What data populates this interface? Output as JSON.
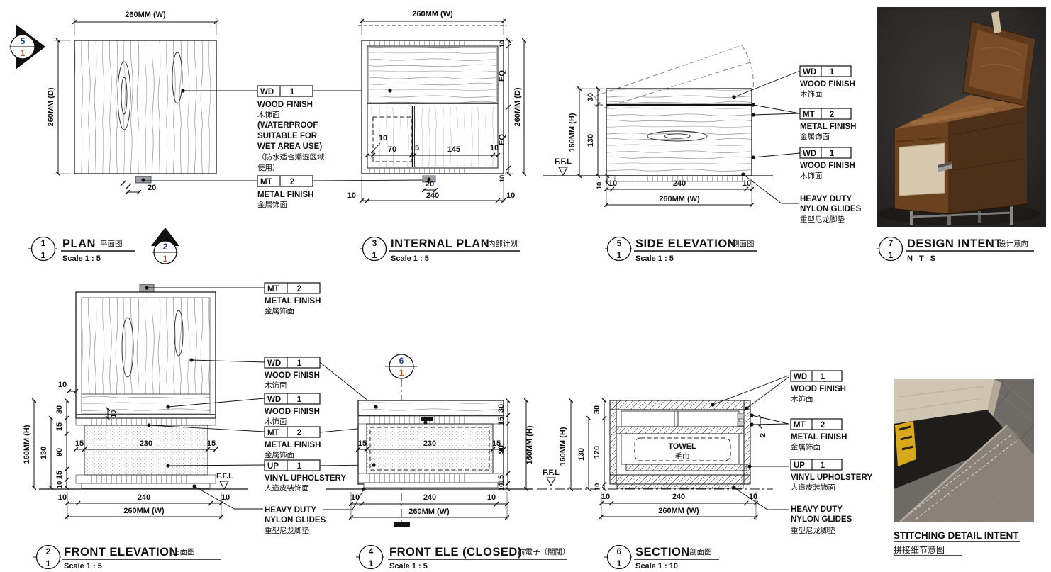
{
  "sheet": {
    "description": "Bedside towel box millwork detail sheet"
  },
  "colors": {
    "paper": "#ffffff",
    "line": "#1a1a1a",
    "grain": "#9b9b9b",
    "metal_gray": "#9aa0a6",
    "marker_blue": "#1d3f94",
    "marker_orange": "#c0561c"
  },
  "labels": {
    "w260": "260MM (W)",
    "d260": "260MM (D)",
    "h160": "160MM (H)",
    "d2": "2",
    "d5": "5",
    "d10": "10",
    "d15": "15",
    "d20": "20",
    "d30": "30",
    "d70": "70",
    "d90": "90",
    "d120": "120",
    "d130": "130",
    "d145": "145",
    "d230": "230",
    "d240": "240",
    "eq": "EQ",
    "ffl": "F.F.L",
    "towel_en": "TOWEL",
    "towel_zh": "毛巾"
  },
  "finishes": {
    "wd": {
      "code": "WD",
      "num": "1",
      "en": "WOOD FINISH",
      "zh": "木饰面"
    },
    "wd_wet": [
      "(WATERPROOF",
      "SUITABLE FOR",
      "WET AREA USE)",
      "（防水适合潮湿区域",
      "使用）"
    ],
    "mt": {
      "code": "MT",
      "num": "2",
      "en": "METAL FINISH",
      "zh": "金属饰面"
    },
    "up": {
      "code": "UP",
      "num": "1",
      "en": "VINYL UPHOLSTERY",
      "zh": "人造皮装饰面"
    },
    "glides": {
      "l1": "HEAVY DUTY",
      "l2": "NYLON GLIDES",
      "zh": "重型尼龙脚垫"
    }
  },
  "markers": {
    "m51": {
      "top": "5",
      "bot": "1"
    },
    "m21": {
      "top": "2",
      "bot": "1"
    },
    "m61": {
      "top": "6",
      "bot": "1"
    }
  },
  "titles": {
    "plan": {
      "num": "1",
      "den": "1",
      "en": "PLAN",
      "zh": "平面图",
      "scale": "Scale 1 : 5"
    },
    "internal": {
      "num": "3",
      "den": "1",
      "en": "INTERNAL PLAN",
      "zh": "内部计划",
      "scale": "Scale 1 : 5"
    },
    "side": {
      "num": "5",
      "den": "1",
      "en": "SIDE ELEVATION",
      "zh": "侧面图",
      "scale": "Scale 1 : 5"
    },
    "design": {
      "num": "7",
      "den": "1",
      "en": "DESIGN INTENT",
      "zh": "设计意向",
      "scale": "N T S"
    },
    "front": {
      "num": "2",
      "den": "1",
      "en": "FRONT ELEVATION",
      "zh": "正面图",
      "scale": "Scale 1 : 5"
    },
    "closed": {
      "num": "4",
      "den": "1",
      "en": "FRONT ELE (CLOSED)",
      "zh": "前電子（關閉）",
      "scale": "Scale 1 : 5"
    },
    "section": {
      "num": "6",
      "den": "1",
      "en": "SECTION",
      "zh": "剖面图",
      "scale": "Scale 1 : 10"
    },
    "stitching": {
      "l1": "STITCHING DETAIL INTENT",
      "l2": "拼接细节意图"
    }
  }
}
